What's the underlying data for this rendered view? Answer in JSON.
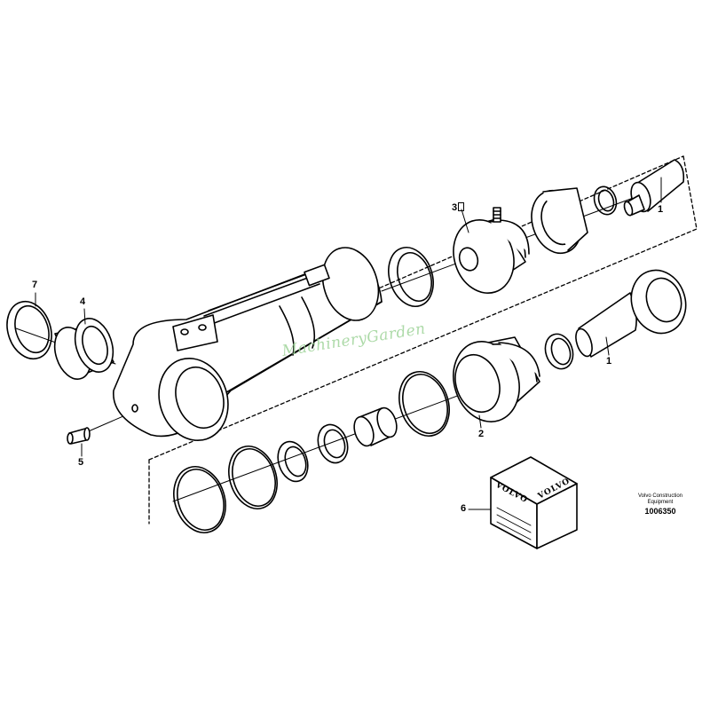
{
  "watermark": "MachineryGarden",
  "callouts": [
    {
      "id": "1a",
      "text": "1"
    },
    {
      "id": "1b",
      "text": "1"
    },
    {
      "id": "2",
      "text": "2"
    },
    {
      "id": "3",
      "text": "3"
    },
    {
      "id": "4",
      "text": "4"
    },
    {
      "id": "5",
      "text": "5"
    },
    {
      "id": "6",
      "text": "6"
    },
    {
      "id": "7",
      "text": "7"
    }
  ],
  "box_brand": "VOLVO",
  "reference": {
    "maker_line1": "Volvo Construction",
    "maker_line2": "Equipment",
    "number": "1006350"
  }
}
